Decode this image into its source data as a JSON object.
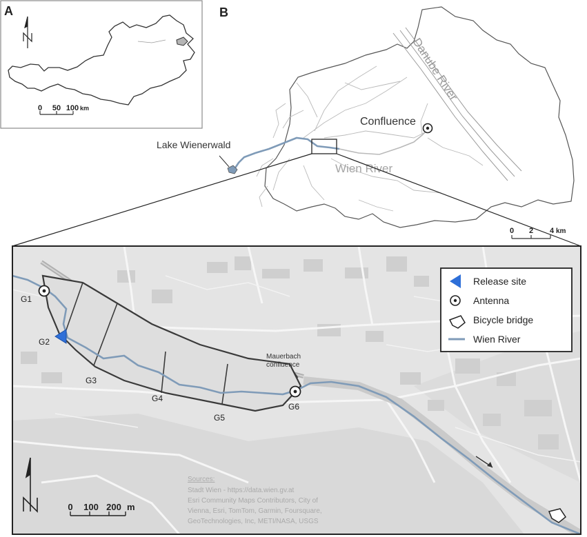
{
  "panel_a": {
    "letter": "A",
    "scale": {
      "t0": "0",
      "t1": "50",
      "t2": "100",
      "unit": "km"
    }
  },
  "panel_b": {
    "letter": "B",
    "labels": {
      "danube": "Danube River",
      "confluence": "Confluence",
      "lake": "Lake Wienerwald",
      "wien_river": "Wien River"
    },
    "scale": {
      "t0": "0",
      "t1": "2",
      "t2": "4",
      "unit": "km"
    }
  },
  "inset": {
    "sites": [
      "G1",
      "G2",
      "G3",
      "G4",
      "G5",
      "G6"
    ],
    "mauerbach": [
      "Mauerbach",
      "confluence"
    ],
    "legend": [
      {
        "symbol": "release-site-triangle",
        "label": "Release site"
      },
      {
        "symbol": "antenna-circle",
        "label": "Antenna"
      },
      {
        "symbol": "bicycle-bridge",
        "label": "Bicycle bridge"
      },
      {
        "symbol": "wien-river-line",
        "label": "Wien River"
      }
    ],
    "scale": {
      "t0": "0",
      "t1": "100",
      "t2": "200",
      "unit": "m"
    },
    "sources": [
      "Sources:",
      "Stadt Wien - https://data.wien.gv.at",
      "Esri Community Maps Contributors, City of",
      "Vienna, Esri, TomTom, Garmin, Foursquare,",
      "GeoTechnologies, Inc, METI/NASA, USGS"
    ]
  },
  "colors": {
    "river": "#7f9bb8",
    "release": "#2e6fd8",
    "outline": "#3a3a3a",
    "basemap": "#e4e4e4"
  }
}
